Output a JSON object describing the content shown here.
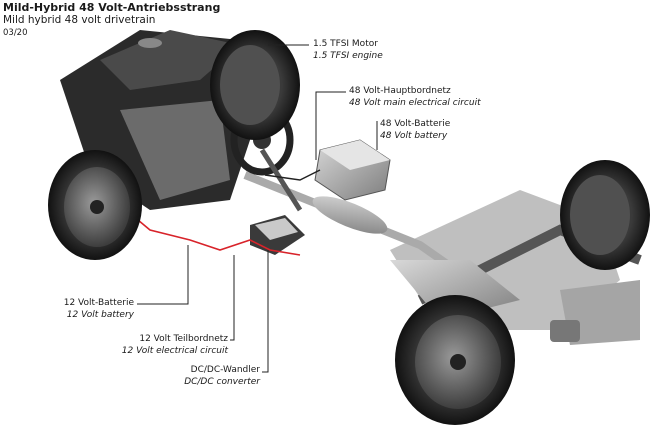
{
  "header": {
    "title": "Mild-Hybrid 48 Volt-Antriebsstrang",
    "subtitle": "Mild hybrid 48 volt drivetrain",
    "date": "03/20"
  },
  "callouts": [
    {
      "de": "1.5 TFSI Motor",
      "en": "1.5 TFSI engine"
    },
    {
      "de": "48 Volt-Hauptbordnetz",
      "en": "48 Volt main electrical circuit"
    },
    {
      "de": "48 Volt-Batterie",
      "en": "48 Volt battery"
    },
    {
      "de": "12 Volt-Batterie",
      "en": "12 Volt battery"
    },
    {
      "de": "12 Volt Teilbordnetz",
      "en": "12 Volt electrical circuit"
    },
    {
      "de": "DC/DC-Wandler",
      "en": "DC/DC converter"
    }
  ],
  "colors": {
    "wire_12v": "#d8232a",
    "wire_48v": "#222222",
    "leader": "#222222"
  }
}
